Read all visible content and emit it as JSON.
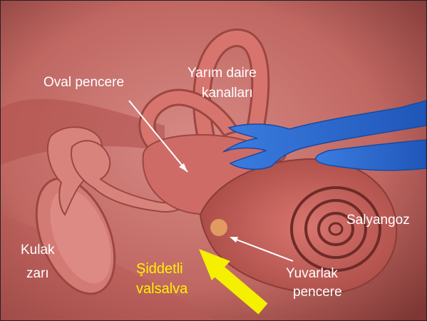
{
  "labels": {
    "oval_window": "Oval pencere",
    "semicircular_canals_line1": "Yarım daire",
    "semicircular_canals_line2": "kanalları",
    "cochlea": "Salyangoz",
    "eardrum_line1": "Kulak",
    "eardrum_line2": "zarı",
    "valsalva_line1": "Şiddetli",
    "valsalva_line2": "valsalva",
    "round_window_line1": "Yuvarlak",
    "round_window_line2": "pencere"
  },
  "colors": {
    "background": "#c9716d",
    "tissue": "#cf6b66",
    "nerve": "#2f6fd6",
    "label_text": "#ffffff",
    "valsalva_text": "#fff200",
    "arrow": "#f4f000"
  }
}
